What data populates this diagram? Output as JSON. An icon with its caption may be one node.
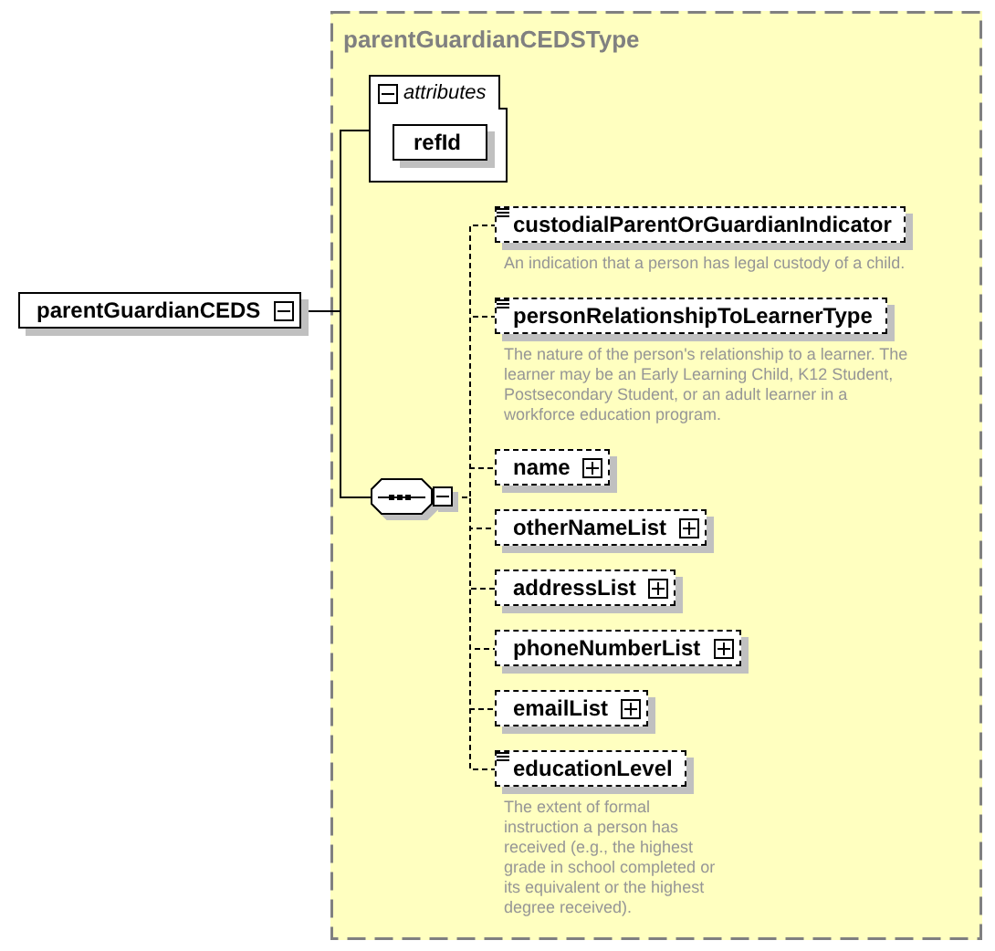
{
  "diagram": {
    "nodes": [
      {
        "text": [
          "parentGuardianCEDS"
        ]
      },
      {
        "text": [
          "parentGuardianCEDSType"
        ]
      },
      {
        "text": [
          "attributes"
        ],
        "in": 1
      },
      {
        "text": [
          "refId"
        ],
        "in": 2
      },
      {
        "text": [],
        "shape": "octagon",
        "in": 1
      },
      {
        "text": [
          "custodialParentOrGuardianIndicator"
        ],
        "in": 1,
        "beside": [
          "An indication that a person has legal custody of a child."
        ]
      },
      {
        "text": [
          "personRelationshipToLearnerType"
        ],
        "in": 1,
        "beside": [
          "The nature of the person's relationship to a learner. The learner may be an Early Learning Child, K12 Student, Postsecondary Student, or an adult learner in a workforce education program."
        ]
      },
      {
        "text": [
          "name"
        ],
        "in": 1
      },
      {
        "text": [
          "otherNameList"
        ],
        "in": 1
      },
      {
        "text": [
          "addressList"
        ],
        "in": 1
      },
      {
        "text": [
          "phoneNumberList"
        ],
        "in": 1
      },
      {
        "text": [
          "emailList"
        ],
        "in": 1
      },
      {
        "text": [
          "educationLevel"
        ],
        "in": 1,
        "beside": [
          "The extent of formal instruction a person has received (e.g., the highest grade in school completed or its equivalent or the highest degree received)."
        ]
      }
    ],
    "edges": [
      {
        "from": 0,
        "to": 2,
        "arrow": "none"
      },
      {
        "from": 0,
        "to": 4,
        "arrow": "none"
      },
      {
        "from": 4,
        "to": 5,
        "arrow": "none",
        "style": "dashed"
      },
      {
        "from": 4,
        "to": 6,
        "arrow": "none",
        "style": "dashed"
      },
      {
        "from": 4,
        "to": 7,
        "arrow": "none",
        "style": "dashed"
      },
      {
        "from": 4,
        "to": 8,
        "arrow": "none",
        "style": "dashed"
      },
      {
        "from": 4,
        "to": 9,
        "arrow": "none",
        "style": "dashed"
      },
      {
        "from": 4,
        "to": 10,
        "arrow": "none",
        "style": "dashed"
      },
      {
        "from": 4,
        "to": 11,
        "arrow": "none",
        "style": "dashed"
      },
      {
        "from": 4,
        "to": 12,
        "arrow": "none",
        "style": "dashed"
      }
    ]
  }
}
